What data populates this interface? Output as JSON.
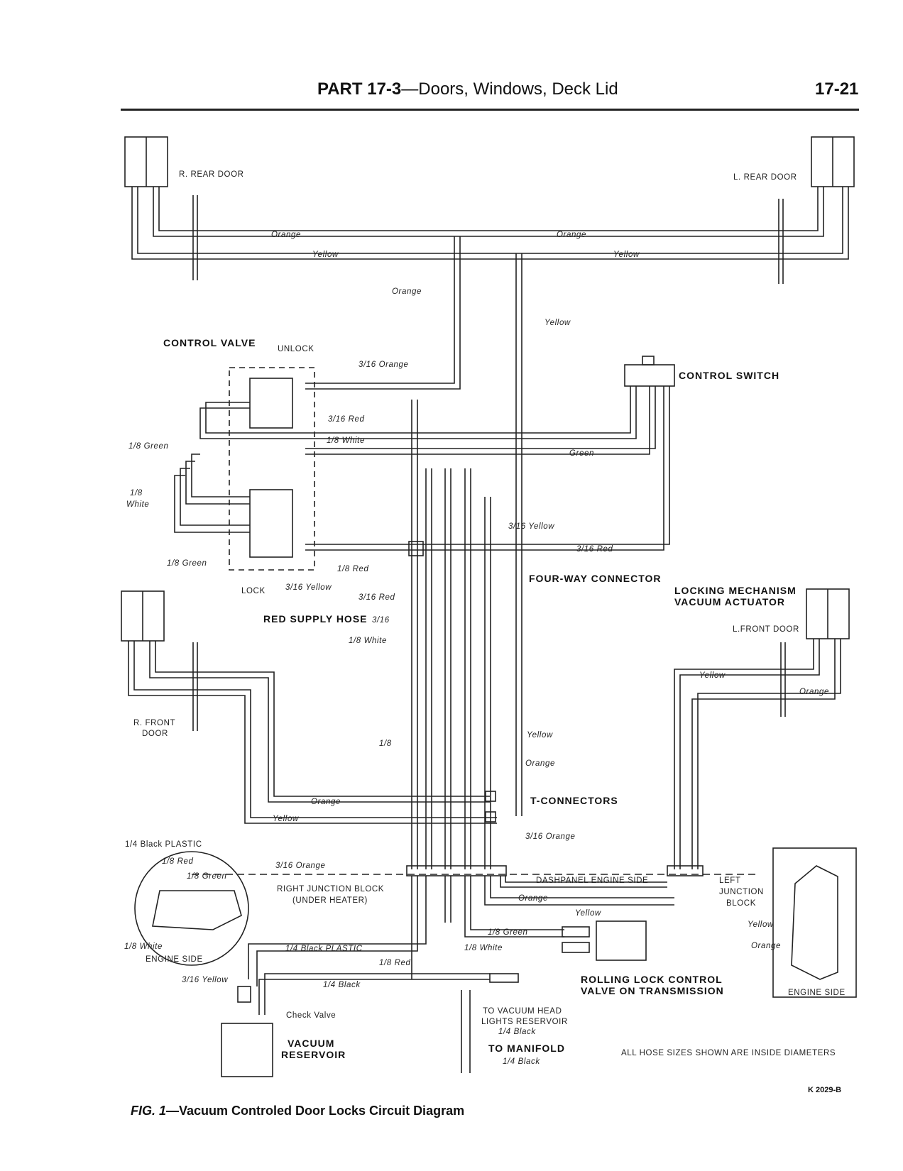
{
  "header": {
    "part_bold": "PART 17-3",
    "part_rest": "—Doors, Windows, Deck Lid",
    "page_number": "17-21"
  },
  "labels": {
    "r_rear_door": "R. REAR DOOR",
    "l_rear_door": "L. REAR DOOR",
    "r_front_door_1": "R. FRONT",
    "r_front_door_2": "DOOR",
    "l_front_door": "L.FRONT DOOR",
    "control_valve": "CONTROL VALVE",
    "unlock": "UNLOCK",
    "lock": "LOCK",
    "control_switch": "CONTROL SWITCH",
    "four_way_connector": "FOUR-WAY CONNECTOR",
    "locking_mech_1": "LOCKING MECHANISM",
    "locking_mech_2": "VACUUM ACTUATOR",
    "red_supply_hose": "RED SUPPLY HOSE",
    "red_supply_size": "3/16",
    "t_connectors": "T-CONNECTORS",
    "dashpanel": "DASHPANEL ENGINE SIDE",
    "right_junction_1": "RIGHT JUNCTION BLOCK",
    "right_junction_2": "(UNDER HEATER)",
    "left_junction_1": "LEFT",
    "left_junction_2": "JUNCTION",
    "left_junction_3": "BLOCK",
    "engine_side": "ENGINE SIDE",
    "engine_side_box": "ENGINE SIDE",
    "rolling_lock_1": "ROLLING LOCK CONTROL",
    "rolling_lock_2": "VALVE ON TRANSMISSION",
    "vacuum_reservoir_1": "VACUUM",
    "vacuum_reservoir_2": "RESERVOIR",
    "check_valve": "Check Valve",
    "to_vacuum_head_1": "TO VACUUM HEAD",
    "to_vacuum_head_2": "LIGHTS RESERVOIR",
    "to_vacuum_head_3": "1/4 Black",
    "to_manifold_1": "TO MANIFOLD",
    "to_manifold_2": "1/4 Black",
    "all_hose_sizes": "ALL HOSE SIZES SHOWN ARE INSIDE DIAMETERS"
  },
  "hose_labels": {
    "orange": "Orange",
    "yellow": "Yellow",
    "green": "Green",
    "o316": "3/16 Orange",
    "r316": "3/16 Red",
    "y316": "3/16 Yellow",
    "w18": "1/8 White",
    "g18": "1/8 Green",
    "r18": "1/8 Red",
    "w18a": "1/8",
    "w18b": "White",
    "eighth": "1/8",
    "bp14": "1/4 Black PLASTIC",
    "b14": "1/4 Black"
  },
  "figure": {
    "code": "K 2029-B",
    "caption_fig": "FIG. 1",
    "caption_text": "—Vacuum Controled Door Locks Circuit Diagram"
  }
}
